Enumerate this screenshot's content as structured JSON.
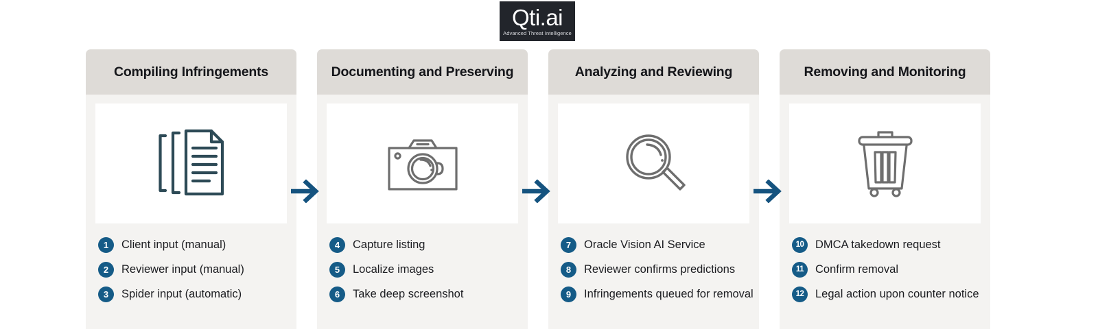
{
  "logo": {
    "name": "Qti.ai",
    "tagline": "Advanced Threat Intelligence",
    "background": "#22252b"
  },
  "colors": {
    "card_body": "#f4f3f1",
    "card_header": "#dedbd7",
    "badge_blue": "#155b87",
    "arrow_blue": "#15537f",
    "icon_slate": "#2d4a56",
    "icon_gray": "#6e6e6e",
    "page_background": "#ffffff"
  },
  "stages": [
    {
      "title": "Compiling Infringements",
      "icon": "documents-icon",
      "steps": [
        {
          "number": "1",
          "label": "Client input (manual)"
        },
        {
          "number": "2",
          "label": "Reviewer input (manual)"
        },
        {
          "number": "3",
          "label": "Spider input (automatic)"
        }
      ]
    },
    {
      "title": "Documenting and Preserving",
      "icon": "camera-icon",
      "steps": [
        {
          "number": "4",
          "label": "Capture listing"
        },
        {
          "number": "5",
          "label": "Localize images"
        },
        {
          "number": "6",
          "label": "Take deep screenshot"
        }
      ]
    },
    {
      "title": "Analyzing and Reviewing",
      "icon": "magnifier-icon",
      "steps": [
        {
          "number": "7",
          "label": "Oracle Vision AI Service"
        },
        {
          "number": "8",
          "label": "Reviewer confirms predictions"
        },
        {
          "number": "9",
          "label": "Infringements queued for removal"
        }
      ]
    },
    {
      "title": "Removing and Monitoring",
      "icon": "trash-bin-icon",
      "steps": [
        {
          "number": "10",
          "label": "DMCA takedown request"
        },
        {
          "number": "11",
          "label": "Confirm removal"
        },
        {
          "number": "12",
          "label": "Legal action upon counter notice"
        }
      ]
    }
  ],
  "arrows": [
    {
      "name": "arrow-stage1-to-stage2"
    },
    {
      "name": "arrow-stage2-to-stage3"
    },
    {
      "name": "arrow-stage3-to-stage4"
    }
  ]
}
